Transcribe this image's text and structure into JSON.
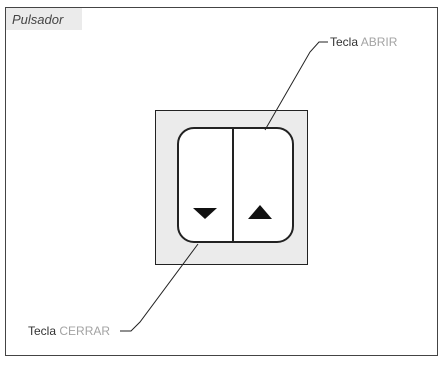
{
  "figure": {
    "title": "Pulsador",
    "callouts": {
      "open": {
        "prefix": "Tecla",
        "keyword": "ABRIR"
      },
      "close": {
        "prefix": "Tecla",
        "keyword": "CERRAR"
      }
    },
    "colors": {
      "frame": "#444444",
      "title_tab_bg": "#ebebeb",
      "plate_bg": "#ebebeb",
      "key_bg": "#ffffff",
      "line": "#222222",
      "arrow": "#111111",
      "text": "#333333",
      "keyword_text": "#a3a3a3"
    }
  }
}
